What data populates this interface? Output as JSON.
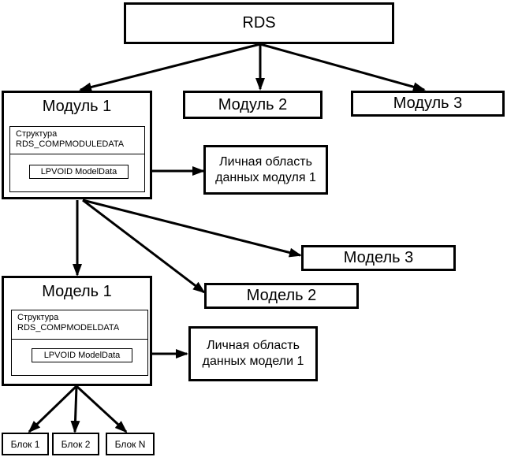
{
  "nodes": {
    "rds": "RDS",
    "module1": "Модуль 1",
    "module2": "Модуль 2",
    "module3": "Модуль 3",
    "module_struct": "Структура\nRDS_COMPMODULEDATA",
    "module_field": "LPVOID ModelData",
    "module_private": "Личная область\nданных модуля 1",
    "model1": "Модель 1",
    "model2": "Модель 2",
    "model3": "Модель 3",
    "model_struct": "Структура\nRDS_COMPMODELDATA",
    "model_field": "LPVOID ModelData",
    "model_private": "Личная область\nданных модели 1",
    "block1": "Блок 1",
    "block2": "Блок 2",
    "blockN": "Блок N"
  },
  "colors": {
    "line": "#000000",
    "fill": "#ffffff"
  }
}
